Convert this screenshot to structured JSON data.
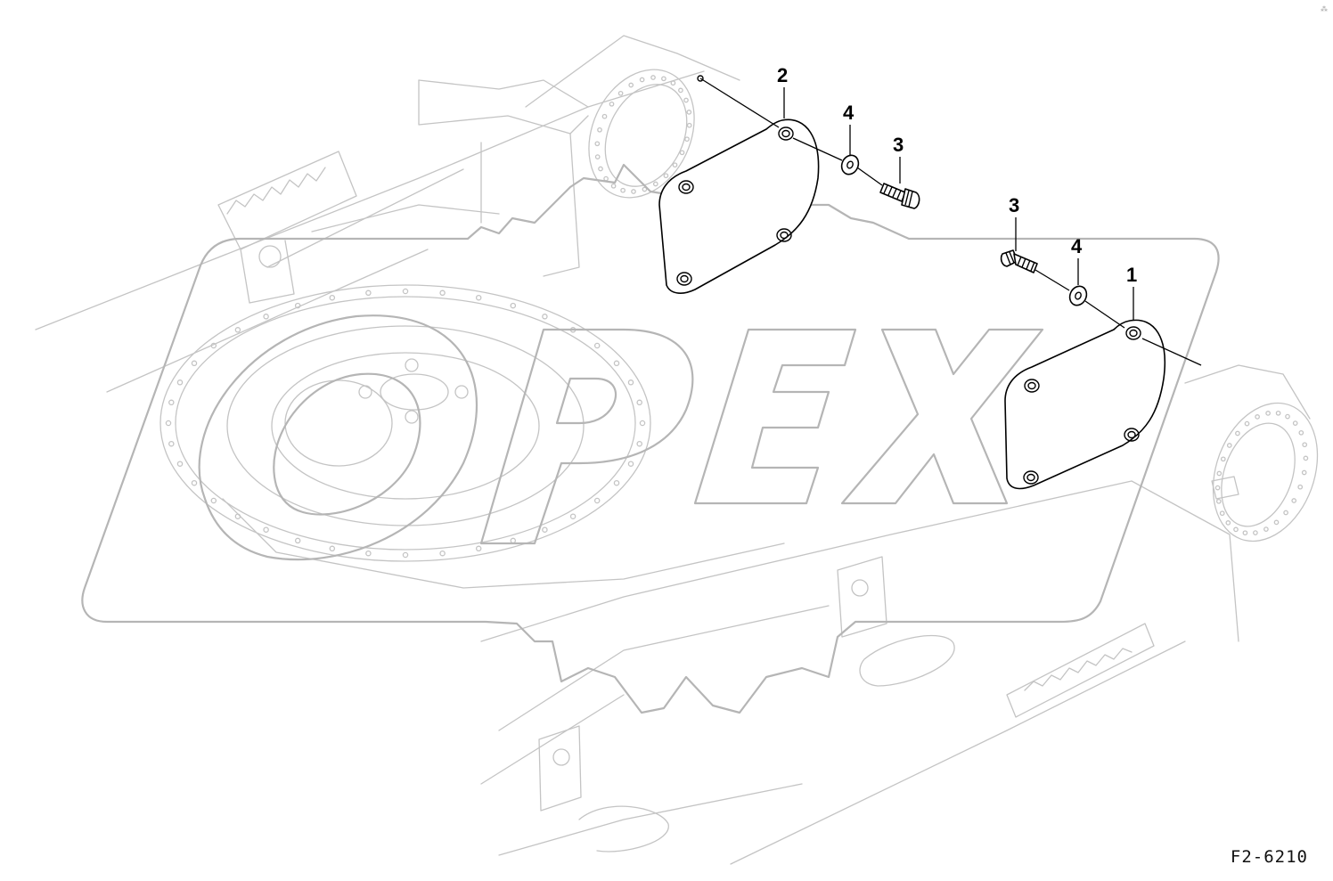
{
  "diagram": {
    "figure_code": "F2-6210",
    "watermark": "OPEX",
    "callouts": [
      {
        "id": "callout-2-left",
        "label": "2",
        "part": "cover-left"
      },
      {
        "id": "callout-4-left",
        "label": "4",
        "part": "washer-left"
      },
      {
        "id": "callout-3-left",
        "label": "3",
        "part": "bolt-left"
      },
      {
        "id": "callout-3-right",
        "label": "3",
        "part": "bolt-right"
      },
      {
        "id": "callout-4-right",
        "label": "4",
        "part": "washer-right"
      },
      {
        "id": "callout-1-right",
        "label": "1",
        "part": "cover-right"
      }
    ]
  }
}
